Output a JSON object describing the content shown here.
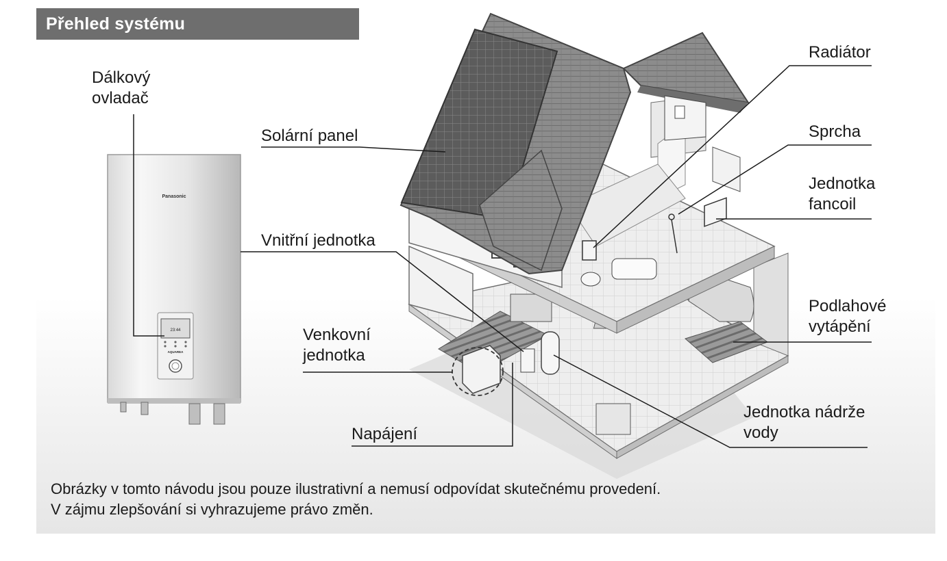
{
  "title": "Přehled systému",
  "labels": {
    "remote_line1": "Dálkový",
    "remote_line2": "ovladač",
    "solar_panel": "Solární panel",
    "indoor_unit": "Vnitřní jednotka",
    "outdoor_line1": "Venkovní",
    "outdoor_line2": "jednotka",
    "power_supply": "Napájení",
    "radiator": "Radiátor",
    "shower": "Sprcha",
    "fancoil_line1": "Jednotka",
    "fancoil_line2": "fancoil",
    "floor_heating_line1": "Podlahové",
    "floor_heating_line2": "vytápění",
    "tank_line1": "Jednotka nádrže",
    "tank_line2": "vody"
  },
  "device": {
    "brand": "Panasonic",
    "display_time": "23:44",
    "badge": "AQUAREA"
  },
  "disclaimer": {
    "line1": "Obrázky v tomto návodu jsou pouze ilustrativní a nemusí odpovídat skutečnému provedení.",
    "line2": "V zájmu zlepšování si vyhrazujeme právo změn."
  }
}
